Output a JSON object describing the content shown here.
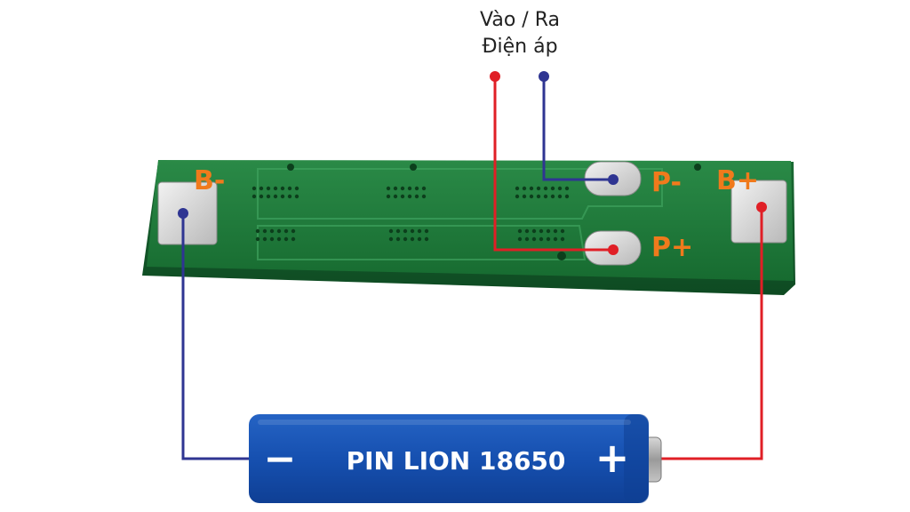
{
  "io_label": {
    "line1": "Vào / Ra",
    "line2": "Điện áp"
  },
  "pads": {
    "b_minus": "B-",
    "b_plus": "B+",
    "p_minus": "P-",
    "p_plus": "P+"
  },
  "battery": {
    "label": "PIN LION 18650",
    "minus_sign": "−",
    "plus_sign": "+"
  },
  "colors": {
    "pcb": "#1f7a3a",
    "pad_label": "#f07a1c",
    "positive_wire": "#e01f26",
    "negative_wire": "#2f3592",
    "battery_body": "#1650b0"
  }
}
